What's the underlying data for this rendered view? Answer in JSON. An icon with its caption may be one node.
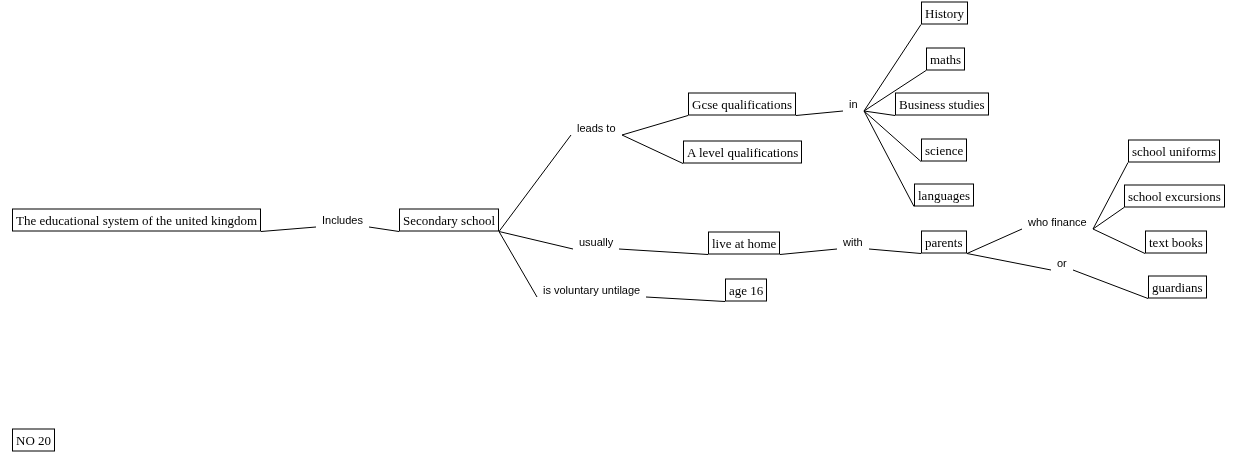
{
  "diagram": {
    "nodes": [
      {
        "text": [
          "The educational system of the united kingdom"
        ]
      },
      {
        "text": [
          "Includes"
        ]
      },
      {
        "text": [
          "Secondary school"
        ]
      },
      {
        "text": [
          "leads to"
        ]
      },
      {
        "text": [
          "usually"
        ]
      },
      {
        "text": [
          "is voluntary untilage"
        ]
      },
      {
        "text": [
          "Gcse qualifications"
        ]
      },
      {
        "text": [
          "A level qualifications"
        ]
      },
      {
        "text": [
          "in"
        ]
      },
      {
        "text": [
          "History"
        ]
      },
      {
        "text": [
          "maths"
        ]
      },
      {
        "text": [
          "Business studies"
        ]
      },
      {
        "text": [
          "science"
        ]
      },
      {
        "text": [
          "languages"
        ]
      },
      {
        "text": [
          "live at home"
        ]
      },
      {
        "text": [
          "with"
        ]
      },
      {
        "text": [
          "parents"
        ]
      },
      {
        "text": [
          "who finance"
        ]
      },
      {
        "text": [
          "or"
        ]
      },
      {
        "text": [
          "school uniforms"
        ]
      },
      {
        "text": [
          "school excursions"
        ]
      },
      {
        "text": [
          "text books"
        ]
      },
      {
        "text": [
          "guardians"
        ]
      },
      {
        "text": [
          "age 16"
        ]
      },
      {
        "text": [
          "NO 20"
        ]
      }
    ],
    "edges": [
      {
        "from": 0,
        "to": 1,
        "arrow": "none"
      },
      {
        "from": 1,
        "to": 2,
        "arrow": "none"
      },
      {
        "from": 2,
        "to": 3,
        "arrow": "none"
      },
      {
        "from": 2,
        "to": 4,
        "arrow": "none"
      },
      {
        "from": 2,
        "to": 5,
        "arrow": "none"
      },
      {
        "from": 3,
        "to": 6,
        "arrow": "none"
      },
      {
        "from": 3,
        "to": 7,
        "arrow": "none"
      },
      {
        "from": 6,
        "to": 8,
        "arrow": "none"
      },
      {
        "from": 8,
        "to": 9,
        "arrow": "none"
      },
      {
        "from": 8,
        "to": 10,
        "arrow": "none"
      },
      {
        "from": 8,
        "to": 11,
        "arrow": "none"
      },
      {
        "from": 8,
        "to": 12,
        "arrow": "none"
      },
      {
        "from": 8,
        "to": 13,
        "arrow": "none"
      },
      {
        "from": 4,
        "to": 14,
        "arrow": "none"
      },
      {
        "from": 14,
        "to": 15,
        "arrow": "none"
      },
      {
        "from": 15,
        "to": 16,
        "arrow": "none"
      },
      {
        "from": 16,
        "to": 17,
        "arrow": "none"
      },
      {
        "from": 16,
        "to": 18,
        "arrow": "none"
      },
      {
        "from": 17,
        "to": 19,
        "arrow": "none"
      },
      {
        "from": 17,
        "to": 20,
        "arrow": "none"
      },
      {
        "from": 17,
        "to": 21,
        "arrow": "none"
      },
      {
        "from": 18,
        "to": 22,
        "arrow": "none"
      },
      {
        "from": 5,
        "to": 23,
        "arrow": "none"
      }
    ]
  }
}
